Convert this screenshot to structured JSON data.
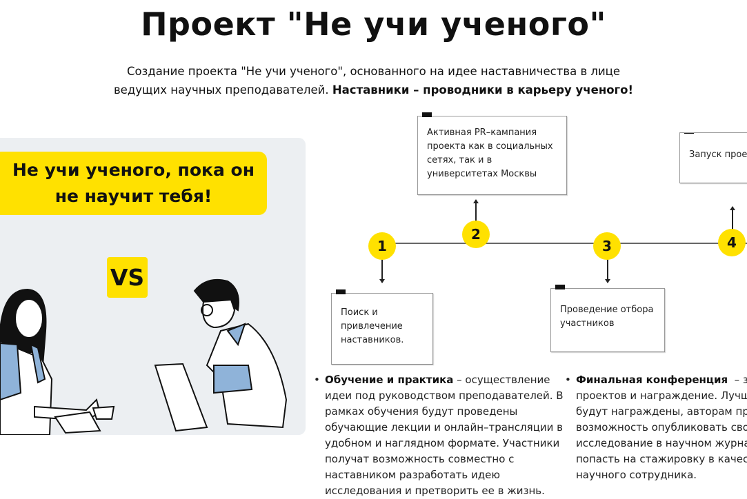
{
  "title": "Проект \"Не учи ученого\"",
  "subtitle": {
    "line1": "Создание проекта \"Не учи ученого\", основанного на идее наставничества в лице",
    "line2_regular": "ведущих научных преподавателей. ",
    "line2_bold": "Наставники – проводники в карьеру ученого!"
  },
  "banner": {
    "line1": "Не учи ученого, пока он",
    "line2": "не научит тебя!"
  },
  "vs_label": "VS",
  "timeline": {
    "steps": [
      {
        "number": "1",
        "lines": [
          "Поиск и",
          "привлечение",
          "наставников."
        ]
      },
      {
        "number": "2",
        "lines": [
          "Активная PR–кампания",
          "проекта как в социальных",
          "сетях, так и в",
          "университетах Москвы"
        ]
      },
      {
        "number": "3",
        "lines": [
          "Проведение отбора",
          "участников"
        ]
      },
      {
        "number": "4",
        "lines": [
          "Запуск проек"
        ]
      }
    ]
  },
  "bullets": [
    {
      "heading": "Обучение и практика",
      "lead": " – осуществление",
      "lines": [
        "идеи под руководством преподавателей. В",
        "рамках обучения будут проведены",
        "обучающие лекции и онлайн–трансляции в",
        "удобном и наглядном формате. Участники",
        "получат возможность совместно с",
        "наставником разработать идею",
        "исследования и претворить ее в жизнь."
      ]
    },
    {
      "heading": "Финальная конференция",
      "lead": "  – за",
      "lines": [
        "проектов и награждение. Лучш",
        "будут награждены, авторам пре",
        "возможность опубликовать сво",
        "исследование в научном журна",
        "попасть на стажировку в качест",
        "научного сотрудника."
      ]
    }
  ],
  "colors": {
    "accent": "#ffe100",
    "panel": "#eceff2",
    "shirt_blue": "#8fb3d9"
  }
}
